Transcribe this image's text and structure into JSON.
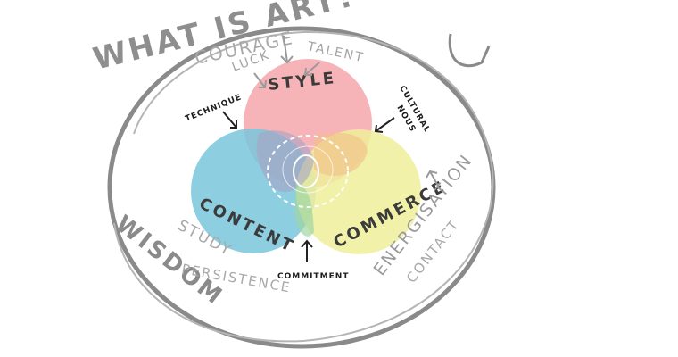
{
  "title": "WHAT IS ART?",
  "circles": {
    "style": {
      "label": "STYLE",
      "color": "#f6a7ab"
    },
    "content": {
      "label": "CONTENT",
      "color": "#79c6dc"
    },
    "commerce": {
      "label": "COMMERCE",
      "color": "#eeee9b"
    }
  },
  "annotations": {
    "technique": "TECHNIQUE",
    "cultural": "CULTURAL",
    "nous": "NOUS",
    "commitment": "COMMITMENT"
  },
  "outer_words": {
    "courage": "COURAGE",
    "luck": "LUCK",
    "talent": "TALENT",
    "wisdom": "WISDOM",
    "study": "STUDY",
    "persistence": "PERSISTENCE",
    "energisation": "ENERGISATION",
    "contact": "CONTACT"
  }
}
